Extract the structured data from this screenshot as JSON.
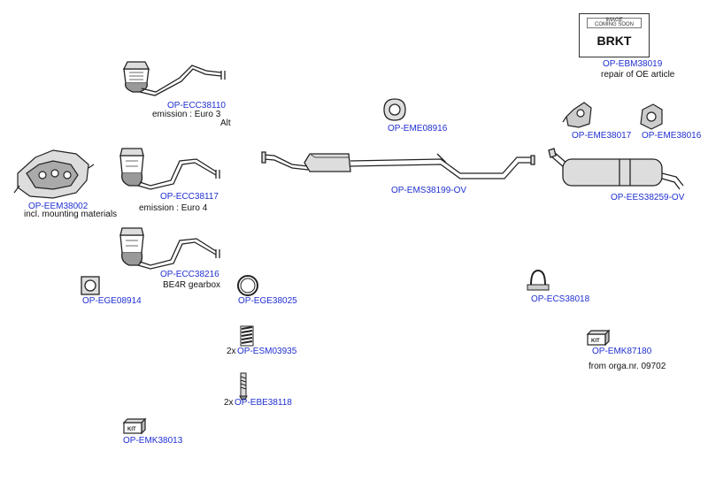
{
  "parts": [
    {
      "code": "OP-ECC38110",
      "notes": [
        "emission : Euro 3",
        "Alt"
      ]
    },
    {
      "code": "OP-EEM38002",
      "notes": [
        "incl. mounting materials"
      ]
    },
    {
      "code": "OP-ECC38117",
      "notes": [
        "emission : Euro 4"
      ]
    },
    {
      "code": "OP-ECC38216",
      "notes": [
        "BE4R gearbox"
      ]
    },
    {
      "code": "OP-EGE08914",
      "notes": []
    },
    {
      "code": "OP-EGE38025",
      "notes": []
    },
    {
      "code": "OP-ESM03935",
      "qty": "2x",
      "notes": []
    },
    {
      "code": "OP-EBE38118",
      "qty": "2x",
      "notes": []
    },
    {
      "code": "OP-EMK38013",
      "notes": []
    },
    {
      "code": "OP-EME08916",
      "notes": []
    },
    {
      "code": "OP-EMS38199-OV",
      "notes": []
    },
    {
      "code": "OP-EBM38019",
      "notes": [
        "repair of OE article"
      ]
    },
    {
      "code": "OP-EME38017",
      "notes": []
    },
    {
      "code": "OP-EME38016",
      "notes": []
    },
    {
      "code": "OP-EES38259-OV",
      "notes": []
    },
    {
      "code": "OP-ECS38018",
      "notes": []
    },
    {
      "code": "OP-EMK87180",
      "notes": [
        "from orga.nr. 09702"
      ]
    }
  ],
  "placeholder": {
    "line1": "IMAGE",
    "line2": "COMING SOON",
    "text": "BRKT"
  },
  "kit_label": "KIT",
  "colors": {
    "code": "#1f2fd0",
    "note": "#111111",
    "line": "#222222"
  }
}
